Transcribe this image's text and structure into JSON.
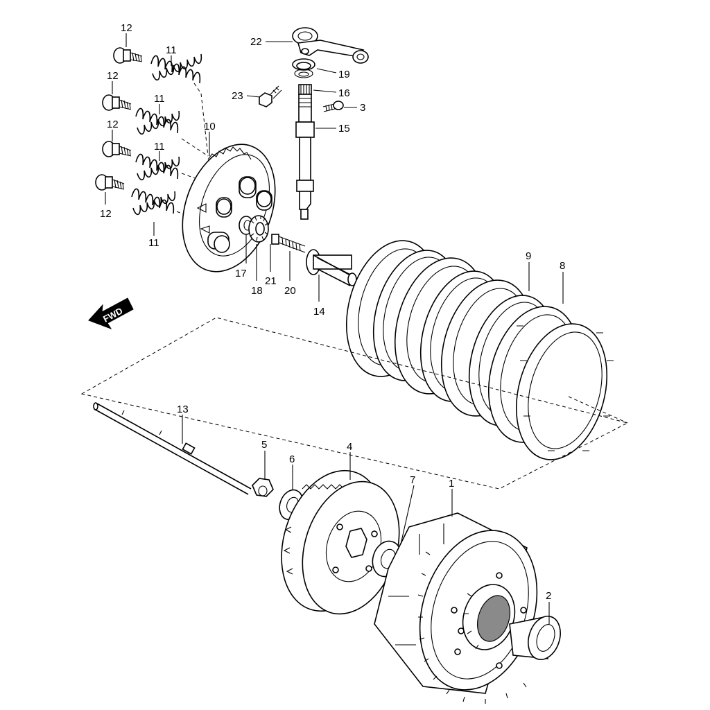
{
  "direction_label": "FWD",
  "part_labels": [
    {
      "id": "p12a",
      "text": "12"
    },
    {
      "id": "p12b",
      "text": "12"
    },
    {
      "id": "p12c",
      "text": "12"
    },
    {
      "id": "p12d",
      "text": "12"
    },
    {
      "id": "p11a",
      "text": "11"
    },
    {
      "id": "p11b",
      "text": "11"
    },
    {
      "id": "p11c",
      "text": "11"
    },
    {
      "id": "p11d",
      "text": "11"
    },
    {
      "id": "p10",
      "text": "10"
    },
    {
      "id": "p22",
      "text": "22"
    },
    {
      "id": "p19",
      "text": "19"
    },
    {
      "id": "p23",
      "text": "23"
    },
    {
      "id": "p16",
      "text": "16"
    },
    {
      "id": "p3",
      "text": "3"
    },
    {
      "id": "p15",
      "text": "15"
    },
    {
      "id": "p17",
      "text": "17"
    },
    {
      "id": "p18",
      "text": "18"
    },
    {
      "id": "p21",
      "text": "21"
    },
    {
      "id": "p20",
      "text": "20"
    },
    {
      "id": "p14",
      "text": "14"
    },
    {
      "id": "p9",
      "text": "9"
    },
    {
      "id": "p8",
      "text": "8"
    },
    {
      "id": "p13",
      "text": "13"
    },
    {
      "id": "p5",
      "text": "5"
    },
    {
      "id": "p6",
      "text": "6"
    },
    {
      "id": "p4",
      "text": "4"
    },
    {
      "id": "p7",
      "text": "7"
    },
    {
      "id": "p1",
      "text": "1"
    },
    {
      "id": "p2",
      "text": "2"
    }
  ]
}
